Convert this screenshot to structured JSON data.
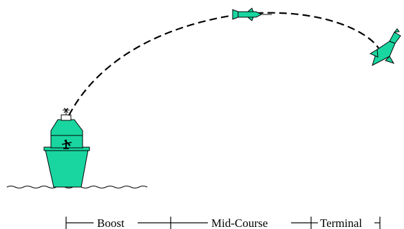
{
  "phases": {
    "boost": "Boost",
    "mid_course": "Mid-Course",
    "terminal": "Terminal"
  },
  "colors": {
    "object_fill": "#19d6a0",
    "outline": "#000000",
    "trajectory": "#000000"
  },
  "icons": {
    "launch_vessel": "buoy-launcher-icon",
    "midcourse_missile": "missile-icon",
    "terminal_missile": "diving-missile-icon"
  }
}
